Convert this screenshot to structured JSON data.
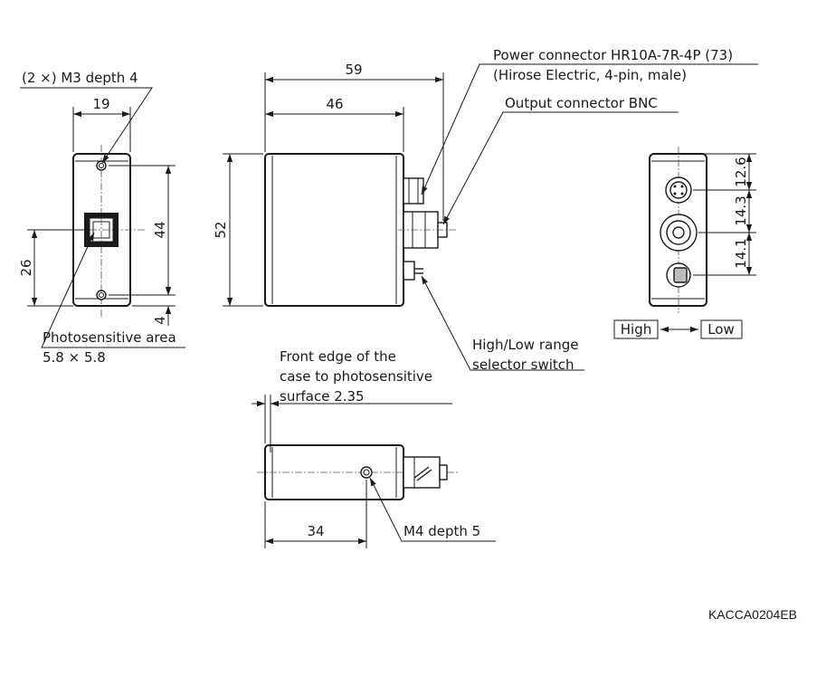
{
  "labels": {
    "mount_holes": "(2 ×) M3 depth 4",
    "photosensitive_area": "Photosensitive area",
    "photosensitive_size": "5.8 × 5.8",
    "power_connector_line1": "Power connector HR10A-7R-4P (73)",
    "power_connector_line2": "(Hirose Electric, 4-pin, male)",
    "output_connector": "Output connector BNC",
    "range_switch_line1": "High/Low range",
    "range_switch_line2": "selector switch",
    "front_edge_line1": "Front edge of the",
    "front_edge_line2": "case to photosensitive",
    "front_edge_line3": "surface 2.35",
    "bottom_hole": "M4 depth 5",
    "switch_high": "High",
    "switch_low": "Low",
    "drawing_code": "KACCA0204EB"
  },
  "dimensions": {
    "front_width": "19",
    "front_hole_pitch": "44",
    "front_sensor_height": "26",
    "front_hole_offset": "4",
    "side_total_length": "59",
    "side_body_length": "46",
    "side_height": "52",
    "rear_pitch_1": "12.6",
    "rear_pitch_2": "14.3",
    "rear_pitch_3": "14.1",
    "bottom_hole_offset": "34"
  }
}
